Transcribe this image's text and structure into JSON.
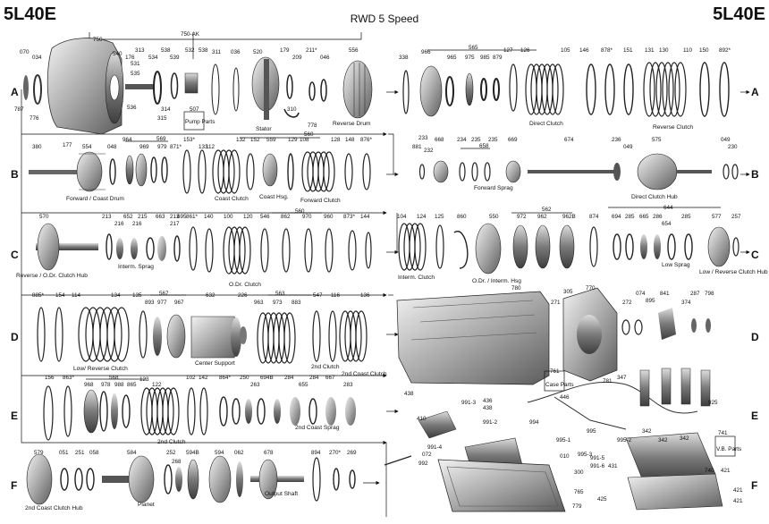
{
  "header": {
    "model_left": "5L40E",
    "model_right": "5L40E",
    "subtitle": "RWD 5 Speed"
  },
  "rows": {
    "a": "A",
    "b": "B",
    "c": "C",
    "d": "D",
    "e": "E",
    "f": "F"
  },
  "parts": {
    "p070": "070",
    "p034": "034",
    "p750": "750",
    "p750ak": "750-AK",
    "p540": "540",
    "p176": "176",
    "p531": "531",
    "p535": "535",
    "p313": "313",
    "p538a": "538",
    "p534": "534",
    "p539": "539",
    "p532": "532",
    "p538b": "538",
    "p311": "311",
    "p036": "036",
    "p520": "520",
    "p179": "179",
    "p209": "209",
    "p211": "211*",
    "p046": "046",
    "p556": "556",
    "p787": "787",
    "p776": "776",
    "p536": "536",
    "p314": "314",
    "p315": "315",
    "p507": "507",
    "p310": "310",
    "p778": "778",
    "p338": "338",
    "p966": "966",
    "p565": "565",
    "p965": "965",
    "p975": "975",
    "p985": "985",
    "p879": "879",
    "p127": "127",
    "p126": "126",
    "p105": "105",
    "p146": "146",
    "p878": "878*",
    "p151": "151",
    "p131": "131",
    "p130": "130",
    "p110": "110",
    "p150": "150",
    "p892": "892*",
    "p380": "380",
    "p177": "177",
    "p554": "554",
    "p048": "048",
    "p964": "964",
    "p569": "569",
    "p969": "969",
    "p979": "979",
    "p871": "871*",
    "p153": "153*",
    "p133": "133",
    "p112": "112",
    "p132": "132",
    "p152": "152",
    "p559": "559",
    "p129": "129",
    "p108": "108",
    "p128": "128",
    "p148": "148",
    "p876": "876*",
    "p233": "233",
    "p881": "881",
    "p232": "232",
    "p668": "668",
    "p234": "234",
    "p235a": "235",
    "p235b": "235",
    "p658": "658",
    "p669": "669",
    "p674": "674",
    "p236": "236",
    "p575": "575",
    "p049": "049",
    "p230": "230",
    "p570": "570",
    "p213": "213",
    "p652": "652",
    "p215": "215",
    "p213b": "213",
    "p216a": "216",
    "p216b": "216",
    "p663": "663",
    "p217": "217",
    "p695": "695",
    "p861": "861*",
    "p140": "140",
    "p100": "100",
    "p120": "120",
    "p546": "546",
    "p560": "560",
    "p862": "862",
    "p970": "970",
    "p960": "960",
    "p873": "873*",
    "p144": "144",
    "p104": "104",
    "p124": "124",
    "p125": "125",
    "p860": "860",
    "p550": "550",
    "p562": "562",
    "p972": "972",
    "p962": "962",
    "p962b": "962B",
    "p874": "874",
    "p644": "644",
    "p694": "694",
    "p285a": "285",
    "p665": "665",
    "p286": "286",
    "p654": "654",
    "p285b": "285",
    "p577": "577",
    "p257": "257",
    "p885": "885*",
    "p154": "154",
    "p114": "114",
    "p134": "134",
    "p135": "135",
    "p567": "567",
    "p893": "893",
    "p977": "977",
    "p967": "967",
    "p632": "632",
    "p226": "226",
    "p563": "563",
    "p963": "963",
    "p973": "973",
    "p883": "883",
    "p547": "547",
    "p116": "116",
    "p136": "136",
    "p780": "780",
    "p305": "305",
    "p770": "770",
    "p271": "271",
    "p272": "272",
    "p074": "074",
    "p895": "895",
    "p841": "841",
    "p374": "374",
    "p287": "287",
    "p798": "798",
    "p156": "156",
    "p863": "863*",
    "p568": "568",
    "p968": "968",
    "p978": "978",
    "p988": "988",
    "p865": "865",
    "p123": "123",
    "p122": "122",
    "p102": "102",
    "p142": "142",
    "p864": "864*",
    "p250": "250",
    "p263": "263",
    "p694b": "694B",
    "p284a": "284",
    "p655": "655",
    "p284b": "284",
    "p667": "667",
    "p283": "283",
    "p761": "761",
    "p781": "781",
    "p347": "347",
    "p438a": "438",
    "p438b": "438",
    "p991_3": "991-3",
    "p436": "436",
    "p410": "410",
    "p991_2": "991-2",
    "p994": "994",
    "p446": "446",
    "p925": "925",
    "p342a": "342",
    "p342b": "342",
    "p342c": "342",
    "p995": "995",
    "p995_1": "995-1",
    "p995_2": "995-2",
    "p995_3": "995-3",
    "p991_5": "991-5",
    "p991_6": "991-6",
    "p431": "431",
    "p991_4": "991-4",
    "p072": "072",
    "p992": "992",
    "p010": "010",
    "p300": "300",
    "p765": "765",
    "p779": "779",
    "p425": "425",
    "p741": "741",
    "p740": "740",
    "p421a": "421",
    "p421b": "421",
    "p421c": "421",
    "p579": "579",
    "p051": "051",
    "p251": "251",
    "p058": "058",
    "p584": "584",
    "p252": "252",
    "p268": "268",
    "p594b": "594B",
    "p594": "594",
    "p062": "062",
    "p678": "678",
    "p894": "894",
    "p270": "270*",
    "p269": "269"
  },
  "captions": {
    "pump_parts": "Pump Parts",
    "stator": "Stator",
    "reverse_drum": "Reverse Drum",
    "direct_clutch": "Direct Clutch",
    "reverse_clutch": "Reverse Clutch",
    "forward_coast_drum": "Forward / Coast Drum",
    "coast_clutch": "Coast Clutch",
    "coast_hsg": "Coast Hsg.",
    "forward_clutch": "Forward Clutch",
    "forward_sprag": "Forward Sprag",
    "direct_clutch_hub": "Direct Clutch Hub",
    "rev_odr_clutch_hub": "Reverse / O.Dr. Clutch Hub",
    "interm_sprag": "Interm. Sprag",
    "odr_clutch": "O.Dr. Clutch",
    "interm_clutch": "Interm. Clutch",
    "odr_interm_hsg": "O.Dr. / Interm. Hsg",
    "low_sprag": "Low Sprag",
    "low_reverse_clutch_hub": "Low / Reverse Clutch Hub",
    "low_reverse_clutch": "Low/ Reverse Clutch",
    "center_support": "Center Support",
    "second_clutch_top": "2nd Clutch",
    "second_clutch": "2nd Clutch",
    "second_coast_clutch": "2nd Coast Clutch",
    "second_coast_sprag": "2nd Coast Sprag",
    "case_parts": "Case Parts",
    "vb_parts": "V.B. Parts",
    "second_coast_clutch_hub": "2nd Coast Clutch Hub",
    "planet": "Planet",
    "output_shaft": "Output Shaft"
  }
}
